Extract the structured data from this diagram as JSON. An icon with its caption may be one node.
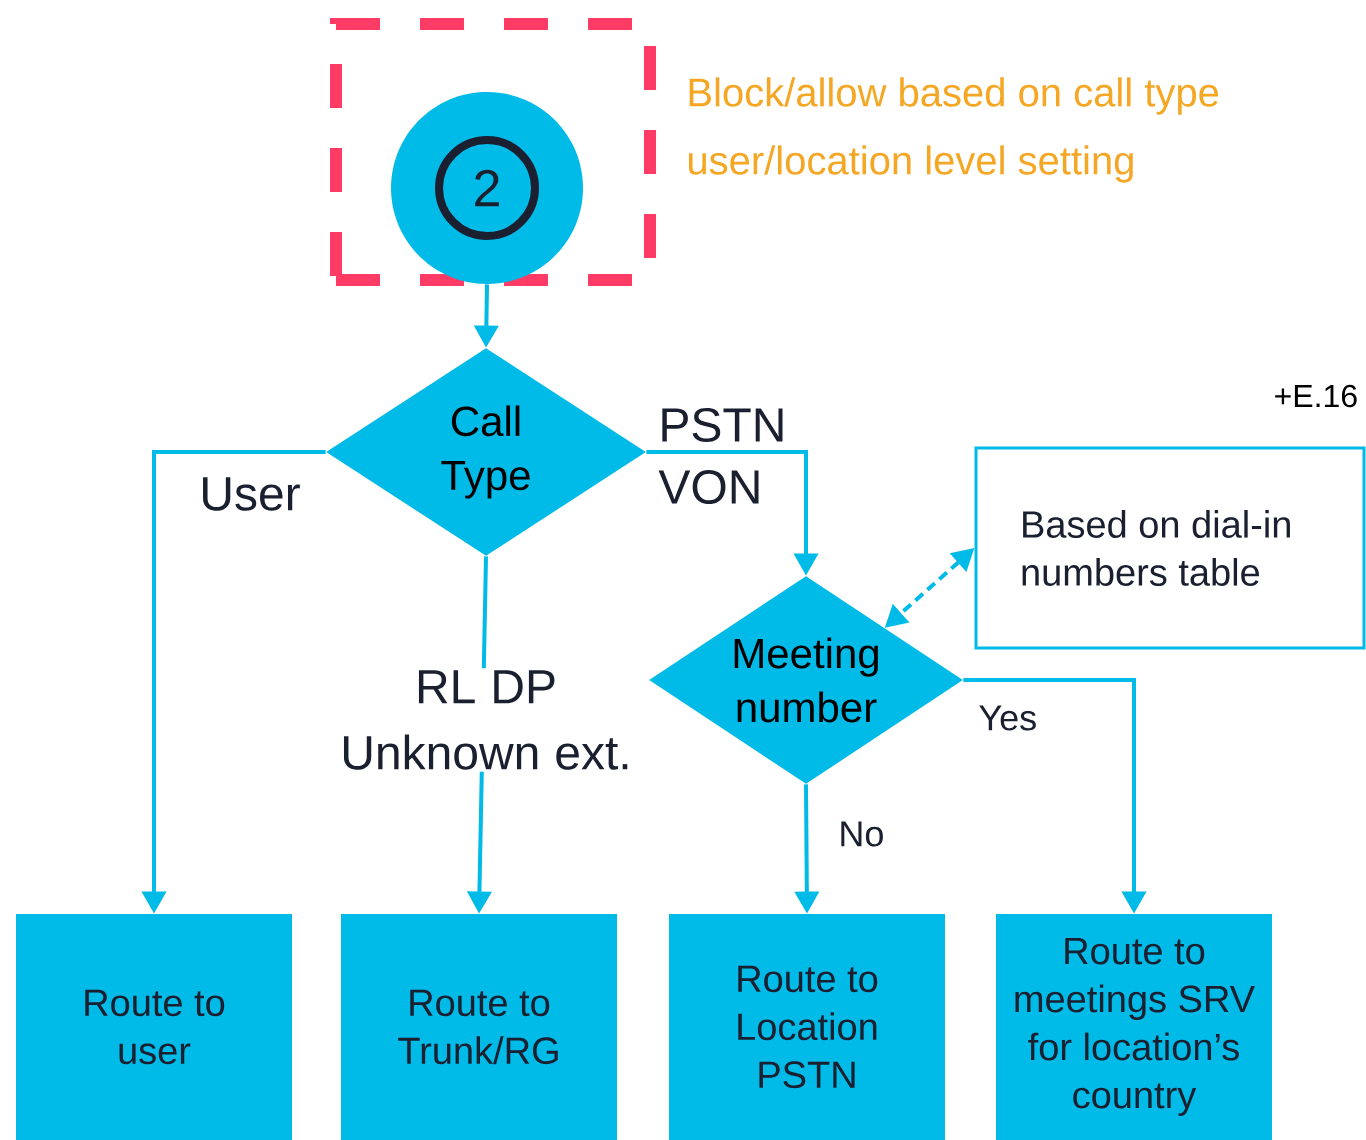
{
  "diagram": {
    "nodes": [
      {
        "text": [],
        "shape": "box"
      },
      {
        "text": [
          "2"
        ],
        "in": 0
      },
      {
        "text": [
          "Call Type"
        ]
      },
      {
        "text": [
          "Meeting number"
        ]
      },
      {
        "text": [
          "Based on dial-in numbers table"
        ]
      },
      {
        "text": [
          "Route to user"
        ]
      },
      {
        "text": [
          "Route to Trunk/RG"
        ]
      },
      {
        "text": [
          "Route to Location PSTN"
        ]
      },
      {
        "text": [
          "Route to meetings SRV for location’s country"
        ]
      }
    ],
    "edges": [
      {
        "from": 1,
        "to": 2,
        "arrow": "to"
      },
      {
        "from": 2,
        "to": 5,
        "arrow": "to",
        "label": "User"
      },
      {
        "from": 2,
        "to": 6,
        "arrow": "to",
        "label": "RL DP Unknown ext."
      },
      {
        "from": 2,
        "to": 3,
        "arrow": "to",
        "label": "PSTN VON"
      },
      {
        "from": 4,
        "to": 3,
        "arrow": "both",
        "style": "dashed"
      },
      {
        "from": 3,
        "to": 7,
        "arrow": "to",
        "label": "No"
      },
      {
        "from": 3,
        "to": 8,
        "arrow": "to",
        "label": "Yes"
      }
    ],
    "labels": [
      "Block/allow based on call type user/location level setting",
      "+E.16"
    ]
  }
}
